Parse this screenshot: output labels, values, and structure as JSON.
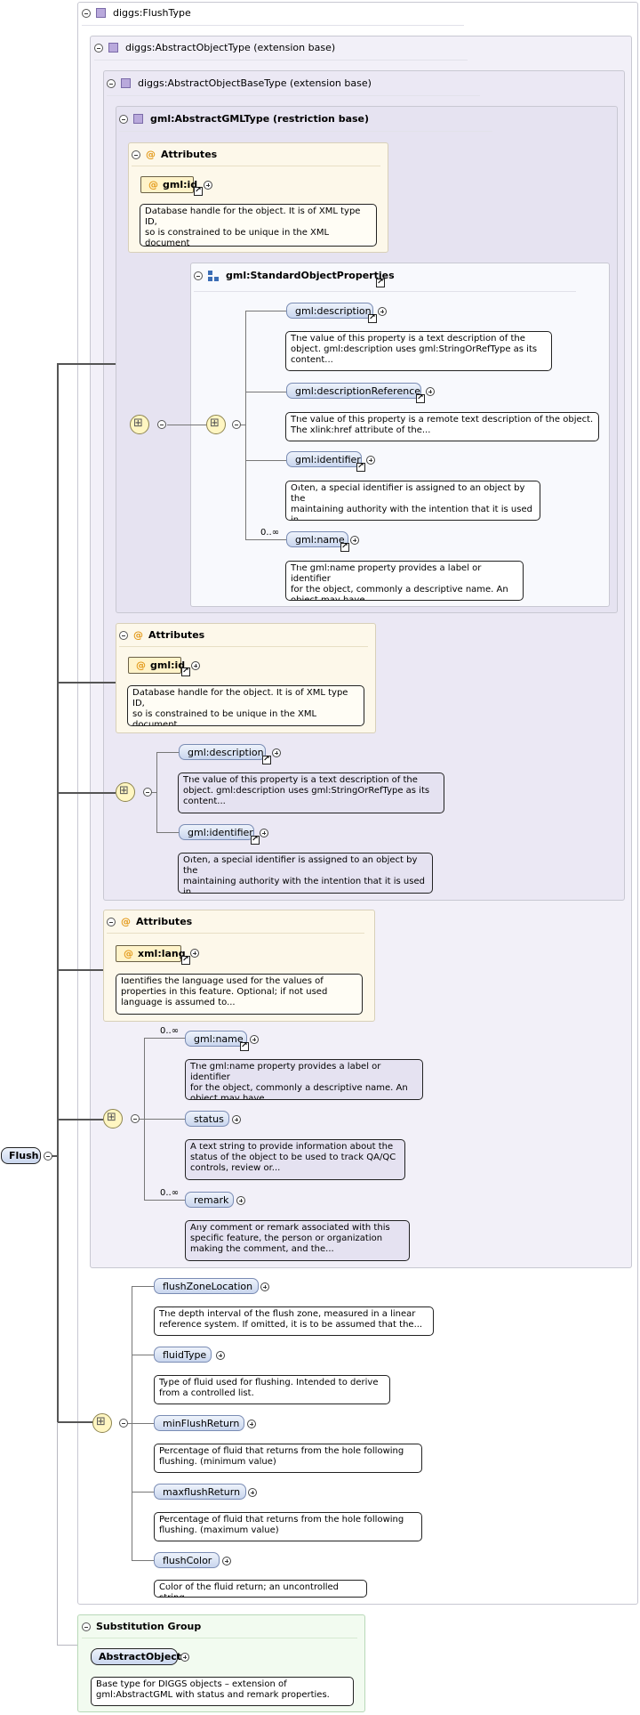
{
  "root": {
    "label": "Flush"
  },
  "flush_type": {
    "title": "diggs:FlushType"
  },
  "abstract_object_type": {
    "title": "diggs:AbstractObjectType (extension base)"
  },
  "abstract_object_base_type": {
    "title": "diggs:AbstractObjectBaseType (extension base)"
  },
  "abstract_gml_type": {
    "title": "gml:AbstractGMLType (restriction base)"
  },
  "attributes_label": "Attributes",
  "gml_attrs": {
    "id_label": "gml:id",
    "id_doc": "Database handle for the object. It is of XML type ID,\nso is constrained to be unique in the XML document\nwithin which..."
  },
  "standard_props": {
    "title": "gml:StandardObjectProperties",
    "elements": [
      {
        "label": "gml:description",
        "doc": "The value of this property is a text description of the\nobject. gml:description uses gml:StringOrRefType as its\ncontent..."
      },
      {
        "label": "gml:descriptionReference",
        "doc": "The value of this property is a remote text description of the object.\nThe xlink:href attribute of the..."
      },
      {
        "label": "gml:identifier",
        "doc": "Often, a special identifier is assigned to an object by the\nmaintaining authority with the intention that it is used\nin..."
      },
      {
        "label": "gml:name",
        "occurrence": "0..∞",
        "doc": "The gml:name property provides a label or identifier\nfor the object, commonly a descriptive name. An\nobject may have..."
      }
    ]
  },
  "base_attrs": {
    "id_label": "gml:id",
    "id_doc": "Database handle for the object. It is of XML type ID,\nso is constrained to be unique in the XML document\nwithin which..."
  },
  "base_seq": [
    {
      "label": "gml:description",
      "doc": "The value of this property is a text description of the\nobject. gml:description uses gml:StringOrRefType as its\ncontent..."
    },
    {
      "label": "gml:identifier",
      "doc": "Often, a special identifier is assigned to an object by the\nmaintaining authority with the intention that it is used\nin..."
    }
  ],
  "object_attrs": {
    "lang_label": "xml:lang",
    "lang_doc": "Identifies the language used for the values of\nproperties in this feature. Optional; if not used\nlanguage is assumed to..."
  },
  "object_seq": [
    {
      "label": "gml:name",
      "occurrence": "0..∞",
      "doc": "The gml:name property provides a label or identifier\nfor the object, commonly a descriptive name. An\nobject may have..."
    },
    {
      "label": "status",
      "doc": "A text string to provide information about the\nstatus of the object to be used to track QA/QC\ncontrols, review or..."
    },
    {
      "label": "remark",
      "occurrence": "0..∞",
      "doc": "Any comment or remark associated with this\nspecific feature, the person or organization\nmaking the comment, and the..."
    }
  ],
  "flush_seq": [
    {
      "label": "flushZoneLocation",
      "doc": "The depth interval of the flush zone, measured in a linear\nreference system. If omitted, it is to be assumed that the..."
    },
    {
      "label": "fluidType",
      "doc": "Type of fluid used for flushing. Intended to derive\nfrom a controlled list."
    },
    {
      "label": "minFlushReturn",
      "doc": "Percentage of fluid that returns from the hole following\nflushing. (minimum value)"
    },
    {
      "label": "maxflushReturn",
      "doc": "Percentage of fluid that returns from the hole following\nflushing. (maximum value)"
    },
    {
      "label": "flushColor",
      "doc": "Color of the fluid return; an uncontrolled string."
    }
  ],
  "substitution": {
    "title": "Substitution Group",
    "element": "AbstractObject",
    "doc": "Base type for DIGGS objects – extension of\ngml:AbstractGML with status and remark properties."
  },
  "icons": {
    "type": "complex-type-icon",
    "attribute": "attribute-at-icon",
    "sequence": "sequence-compositor-icon",
    "group": "model-group-icon",
    "reference": "reference-arrow-icon",
    "expand": "expand-plus-icon",
    "collapse": "collapse-minus-icon"
  }
}
